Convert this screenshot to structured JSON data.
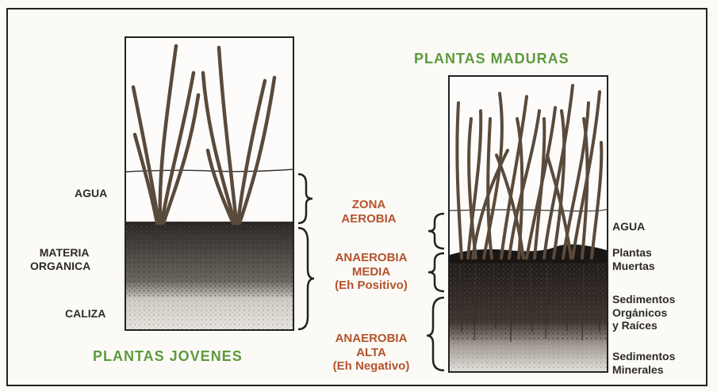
{
  "left_column": {
    "title": "PLANTAS JOVENES",
    "layers": {
      "agua": "AGUA",
      "materia_line1": "MATERIA",
      "materia_line2": "ORGANICA",
      "caliza": "CALIZA"
    }
  },
  "zones": {
    "aerobia_line1": "ZONA",
    "aerobia_line2": "AEROBIA",
    "media_line1": "ANAEROBIA",
    "media_line2": "MEDIA",
    "media_line3": "(Eh Positivo)",
    "alta_line1": "ANAEROBIA",
    "alta_line2": "ALTA",
    "alta_line3": "(Eh Negativo)"
  },
  "right_column": {
    "title": "PLANTAS MADURAS",
    "layers": {
      "agua": "AGUA",
      "plantas_line1": "Plantas",
      "plantas_line2": "Muertas",
      "sed_org_line1": "Sedimentos",
      "sed_org_line2": "Orgánicos",
      "sed_org_line3": "y Raíces",
      "sed_min_line1": "Sedimentos",
      "sed_min_line2": "Minerales"
    }
  },
  "colors": {
    "text_dark": "#2e2b28",
    "zone_orange": "#b4532c",
    "title_green": "#5d9a3c",
    "plant_brown": "#5a4a3c"
  }
}
